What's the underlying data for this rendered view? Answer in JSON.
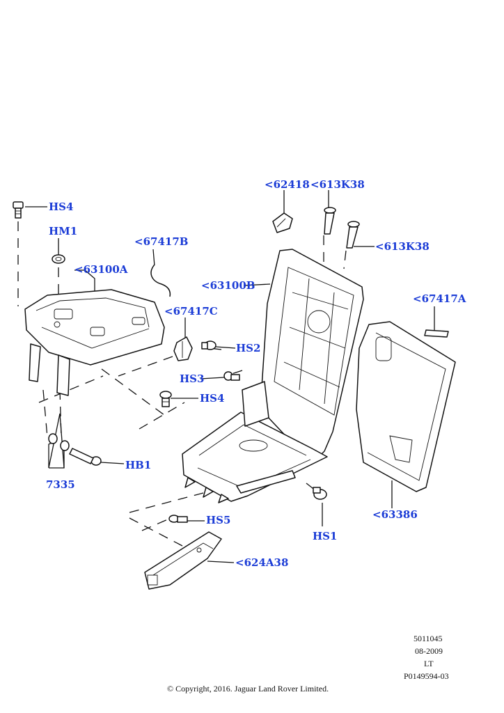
{
  "labels": {
    "hs4_top": "HS4",
    "hm1": "HM1",
    "c67417b": "<67417B",
    "c63100a": "<63100A",
    "c62418": "<62418",
    "c613k38_top": "<613K38",
    "c613k38_right": "<613K38",
    "c63100b": "<63100B",
    "c67417a": "<67417A",
    "c67417c": "<67417C",
    "hs2": "HS2",
    "hs3": "HS3",
    "hs4_mid": "HS4",
    "hb1": "HB1",
    "p7335": "7335",
    "hs5": "HS5",
    "hs1": "HS1",
    "c63386": "<63386",
    "c624a38": "<624A38"
  },
  "meta": {
    "code1": "5011045",
    "date": "08-2009",
    "variant": "LT",
    "illustration_id": "P0149594-03",
    "copyright": "© Copyright, 2016. Jaguar Land Rover Limited."
  }
}
